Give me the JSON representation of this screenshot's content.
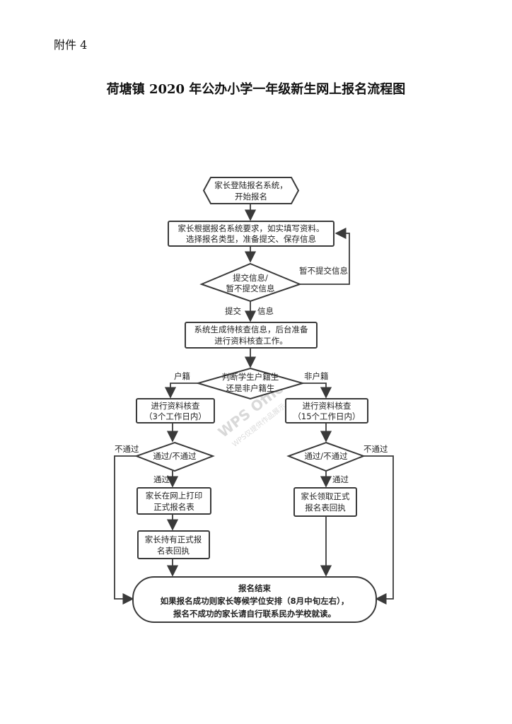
{
  "attachment_label": "附件 4",
  "title": "荷塘镇 2020 年公办小学一年级新生网上报名流程图",
  "watermark": {
    "main": "WPS Office",
    "sub": "WPS仅提供作品展示"
  },
  "nodes": {
    "login": [
      "家长登陆报名系统，",
      "开始报名"
    ],
    "fill": [
      "家长根据报名系统要求，如实填写资料。",
      "选择报名类型，准备提交、保存信息"
    ],
    "submit_decision": [
      "提交信息/",
      "暂不提交信息"
    ],
    "generate": [
      "系统生成待核查信息，后台准备",
      "进行资料核查工作。"
    ],
    "hukou_decision": [
      "判断学生户籍生",
      "还是非户籍生"
    ],
    "verify_local": [
      "进行资料核查",
      "（3个工作日内）"
    ],
    "verify_nonlocal": [
      "进行资料核查",
      "（15个工作日内）"
    ],
    "pass_local": [
      "通过/不通过"
    ],
    "pass_nonlocal": [
      "通过/不通过"
    ],
    "print_form": [
      "家长在网上打印",
      "正式报名表"
    ],
    "hold_form": [
      "家长持有正式报",
      "名表回执"
    ],
    "collect_form": [
      "家长领取正式",
      "报名表回执"
    ],
    "end": [
      "报名结束",
      "如果报名成功则家长等候学位安排（8月中旬左右），",
      "报名不成功的家长请自行联系民办学校就读。"
    ]
  },
  "edge_labels": {
    "not_submit": "暂不提交信息",
    "submit_left": "提交",
    "submit_right": "信息",
    "hukou": "户籍",
    "non_hukou": "非户籍",
    "fail_left": "不通过",
    "pass_left": "通过",
    "pass_right": "通过",
    "fail_right": "不通过"
  }
}
